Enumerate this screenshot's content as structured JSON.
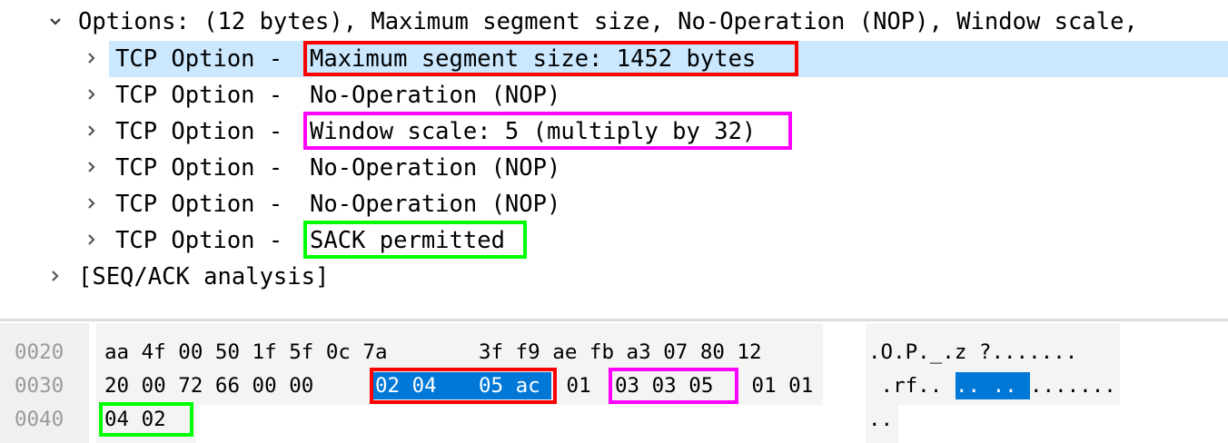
{
  "tree": {
    "options_header": "Options: (12 bytes), Maximum segment size, No-Operation (NOP), Window scale,",
    "option_prefix": "TCP Option - ",
    "options": [
      {
        "label": "Maximum segment size: 1452 bytes",
        "highlight": "red",
        "selected": true
      },
      {
        "label": "No-Operation (NOP)",
        "highlight": "",
        "selected": false
      },
      {
        "label": "Window scale: 5 (multiply by 32)",
        "highlight": "magenta",
        "selected": false
      },
      {
        "label": "No-Operation (NOP)",
        "highlight": "",
        "selected": false
      },
      {
        "label": "No-Operation (NOP)",
        "highlight": "",
        "selected": false
      },
      {
        "label": "SACK permitted",
        "highlight": "green",
        "selected": false
      }
    ],
    "seq_ack": "[SEQ/ACK analysis]"
  },
  "hex_dump": {
    "rows": [
      {
        "offset": "0020",
        "bytes_a": "aa 4f 00 50 1f 5f 0c 7a",
        "bytes_b": "3f f9 ae fb a3 07 80 12",
        "ascii": ".O.P._.z ?......."
      },
      {
        "offset": "0030",
        "bytes_a": "20 00 72 66 00 00 02 04",
        "bytes_b": "05 ac 01 03 03 05 01 01",
        "ascii": " .rf...... ......."
      },
      {
        "offset": "0040",
        "bytes_a": "04 02",
        "bytes_b": "",
        "ascii": ".."
      }
    ],
    "row0030_pre": "20 00 72 66 00 00 ",
    "row0030_sel1": "02 04",
    "row0030_sel2": "05 ac",
    "row0030_mid": " 01 ",
    "row0030_mag": "03 03 05",
    "row0030_post": " 01 01",
    "row0040_green": "04 02",
    "ascii0030_pre": " .rf..",
    "ascii0030_sel": ".. ..",
    "ascii0030_post": "......."
  },
  "colors": {
    "selection_row": "#cce8ff",
    "hex_selection": "#0078d7",
    "red_box": "#ff0000",
    "magenta_box": "#ff00ff",
    "green_box": "#00ff00"
  }
}
